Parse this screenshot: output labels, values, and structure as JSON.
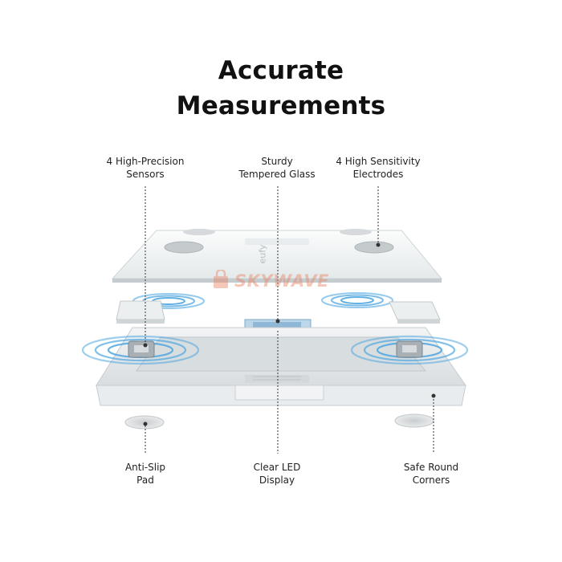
{
  "title": {
    "line1": "Accurate",
    "line2": "Measurements"
  },
  "labels": {
    "sensors": {
      "line1": "4 High-Precision",
      "line2": "Sensors"
    },
    "glass": {
      "line1": "Sturdy",
      "line2": "Tempered Glass"
    },
    "electrodes": {
      "line1": "4 High Sensitivity",
      "line2": "Electrodes"
    },
    "pad": {
      "line1": "Anti-Slip",
      "line2": "Pad"
    },
    "display": {
      "line1": "Clear LED",
      "line2": "Display"
    },
    "corners": {
      "line1": "Safe Round",
      "line2": "Corners"
    }
  },
  "watermark": {
    "text": "SKYWAVE"
  },
  "brand_mark": "eufy",
  "colors": {
    "wave": "#4fa6df",
    "leader": "#333333",
    "watermark": "#e8826a"
  }
}
